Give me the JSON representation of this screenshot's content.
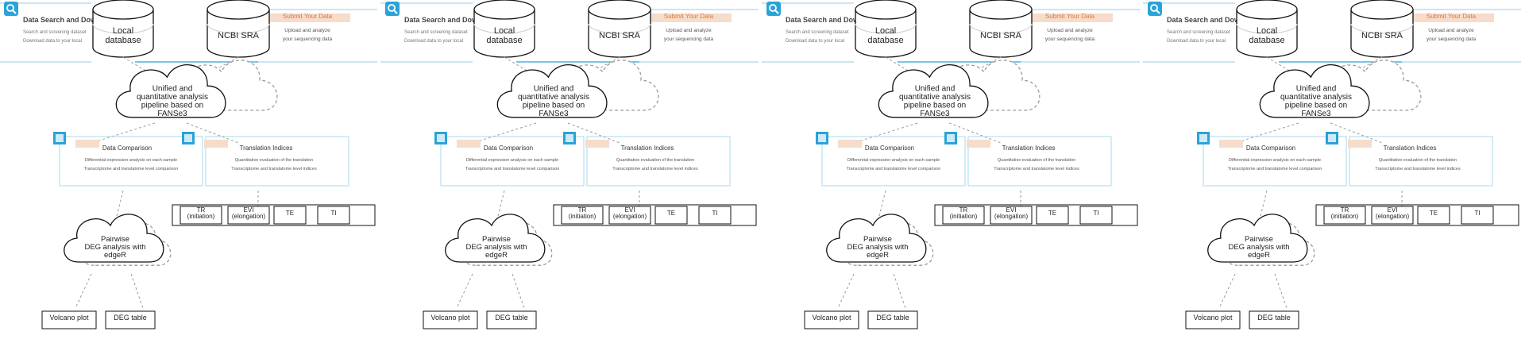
{
  "colors": {
    "accent_blue": "#2aa3d8",
    "light_blue": "#a9d8ee",
    "orange_label": "#e07a3c",
    "orange_bg": "#f6dccb",
    "line": "#555555",
    "dash": "#9a9a9a"
  },
  "icons": {
    "search": "search-icon",
    "upload": "cloud-upload-icon",
    "step": "step-badge-icon"
  },
  "tiles": [
    {
      "search_panel": {
        "title": "Data Search and Download",
        "lines": [
          "Search and screening dataset",
          "Download data to your local"
        ]
      },
      "upload_panel": {
        "title": "Submit Your Data",
        "lines": [
          "Upload and analyze",
          "your sequencing data"
        ]
      },
      "local_db": "Local\ndatabase",
      "ncbi": "NCBI SRA",
      "pipeline": "Unified and\nquantitative analysis\npipeline based on\nFANSe3",
      "panel_left": {
        "title": "Data Comparison",
        "lines": [
          "Differential expression analysis on each sample",
          "Transcriptome and translatome level comparison"
        ]
      },
      "panel_right": {
        "title": "Translation Indices",
        "lines": [
          "Quantitative evaluation of the translation",
          "Transcriptome and translatome level indices"
        ]
      },
      "ratio_boxes": [
        "TR\n(initiation)",
        "EVI\n(elongation)",
        "TE",
        "TI"
      ],
      "deg": "Pairwise\nDEG analysis with\nedgeR",
      "volcano": "Volcano plot",
      "deg_table": "DEG table"
    },
    {
      "search_panel": {
        "title": "Data Search and Download",
        "lines": [
          "Search and screening dataset",
          "Download data to your local"
        ]
      },
      "upload_panel": {
        "title": "Submit Your Data",
        "lines": [
          "Upload and analyze",
          "your sequencing data"
        ]
      },
      "local_db": "Local\ndatabase",
      "ncbi": "NCBI SRA",
      "pipeline": "Unified and\nquantitative analysis\npipeline based on\nFANSe3",
      "panel_left": {
        "title": "Data Comparison",
        "lines": [
          "Differential expression analysis on each sample",
          "Transcriptome and translatome level comparison"
        ]
      },
      "panel_right": {
        "title": "Translation Indices",
        "lines": [
          "Quantitative evaluation of the translation",
          "Transcriptome and translatome level indices"
        ]
      },
      "ratio_boxes": [
        "TR\n(initiation)",
        "EVI\n(elongation)",
        "TE",
        "TI"
      ],
      "deg": "Pairwise\nDEG analysis with\nedgeR",
      "volcano": "Volcano plot",
      "deg_table": "DEG table"
    },
    {
      "search_panel": {
        "title": "Data Search and Download",
        "lines": [
          "Search and screening dataset",
          "Download data to your local"
        ]
      },
      "upload_panel": {
        "title": "Submit Your Data",
        "lines": [
          "Upload and analyze",
          "your sequencing data"
        ]
      },
      "local_db": "Local\ndatabase",
      "ncbi": "NCBI SRA",
      "pipeline": "Unified and\nquantitative analysis\npipeline based on\nFANSe3",
      "panel_left": {
        "title": "Data Comparison",
        "lines": [
          "Differential expression analysis on each sample",
          "Transcriptome and translatome level comparison"
        ]
      },
      "panel_right": {
        "title": "Translation Indices",
        "lines": [
          "Quantitative evaluation of the translation",
          "Transcriptome and translatome level indices"
        ]
      },
      "ratio_boxes": [
        "TR\n(initiation)",
        "EVI\n(elongation)",
        "TE",
        "TI"
      ],
      "deg": "Pairwise\nDEG analysis with\nedgeR",
      "volcano": "Volcano plot",
      "deg_table": "DEG table"
    },
    {
      "search_panel": {
        "title": "Data Search and Download",
        "lines": [
          "Search and screening dataset",
          "Download data to your local"
        ]
      },
      "upload_panel": {
        "title": "Submit Your Data",
        "lines": [
          "Upload and analyze",
          "your sequencing data"
        ]
      },
      "local_db": "Local\ndatabase",
      "ncbi": "NCBI SRA",
      "pipeline": "Unified and\nquantitative analysis\npipeline based on\nFANSe3",
      "panel_left": {
        "title": "Data Comparison",
        "lines": [
          "Differential expression analysis on each sample",
          "Transcriptome and translatome level comparison"
        ]
      },
      "panel_right": {
        "title": "Translation Indices",
        "lines": [
          "Quantitative evaluation of the translation",
          "Transcriptome and translatome level indices"
        ]
      },
      "ratio_boxes": [
        "TR\n(initiation)",
        "EVI\n(elongation)",
        "TE",
        "TI"
      ],
      "deg": "Pairwise\nDEG analysis with\nedgeR",
      "volcano": "Volcano plot",
      "deg_table": "DEG table"
    }
  ]
}
